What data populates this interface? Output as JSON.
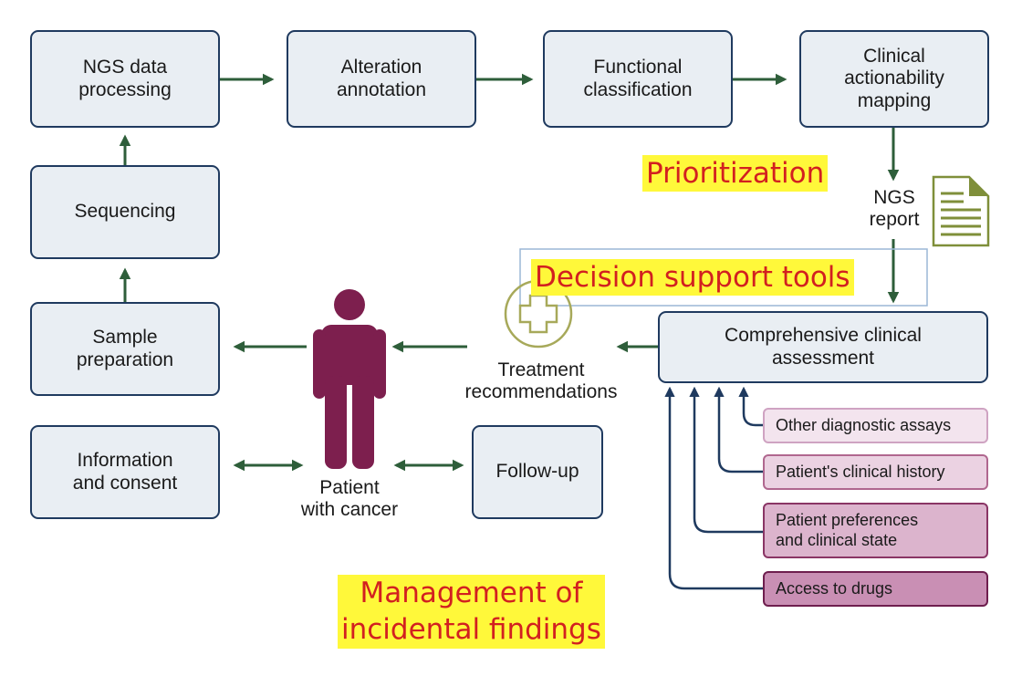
{
  "pipeline": {
    "ngs_data_processing": "NGS data\nprocessing",
    "alteration_annotation": "Alteration\nannotation",
    "functional_classification": "Functional\nclassification",
    "clinical_actionability_mapping": "Clinical\nactionability\nmapping",
    "sequencing": "Sequencing",
    "sample_preparation": "Sample\npreparation",
    "information_and_consent": "Information\nand consent",
    "follow_up": "Follow-up",
    "comprehensive_clinical_assessment": "Comprehensive clinical\nassessment"
  },
  "labels": {
    "ngs_report": "NGS\nreport",
    "treatment_recommendations": "Treatment\nrecommendations",
    "patient_with_cancer": "Patient\nwith cancer"
  },
  "factors": [
    {
      "label": "Other diagnostic assays",
      "fill": "#f3e4ee",
      "border": "#cfa3c2"
    },
    {
      "label": "Patient's clinical history",
      "fill": "#ebd2e2",
      "border": "#b0678f"
    },
    {
      "label": "Patient preferences\nand clinical state",
      "fill": "#dcb4cd",
      "border": "#8a3565"
    },
    {
      "label": "Access to drugs",
      "fill": "#c98fb4",
      "border": "#6e1e4e"
    }
  ],
  "highlights": {
    "prioritization": "Prioritization",
    "decision_support_tools": "Decision support tools",
    "management_of_incidental_findings": "Management of\nincidental findings"
  },
  "colors": {
    "box_fill": "#e9eef3",
    "box_border": "#1f3a5f",
    "arrow_green": "#2e5e3a",
    "arrow_navy": "#1f3a5f",
    "patient": "#7d1f4e",
    "highlight_bg": "#fff83a",
    "highlight_text": "#d22020",
    "report_icon": "#7f8f3a",
    "cross_icon": "#a7a95a"
  }
}
